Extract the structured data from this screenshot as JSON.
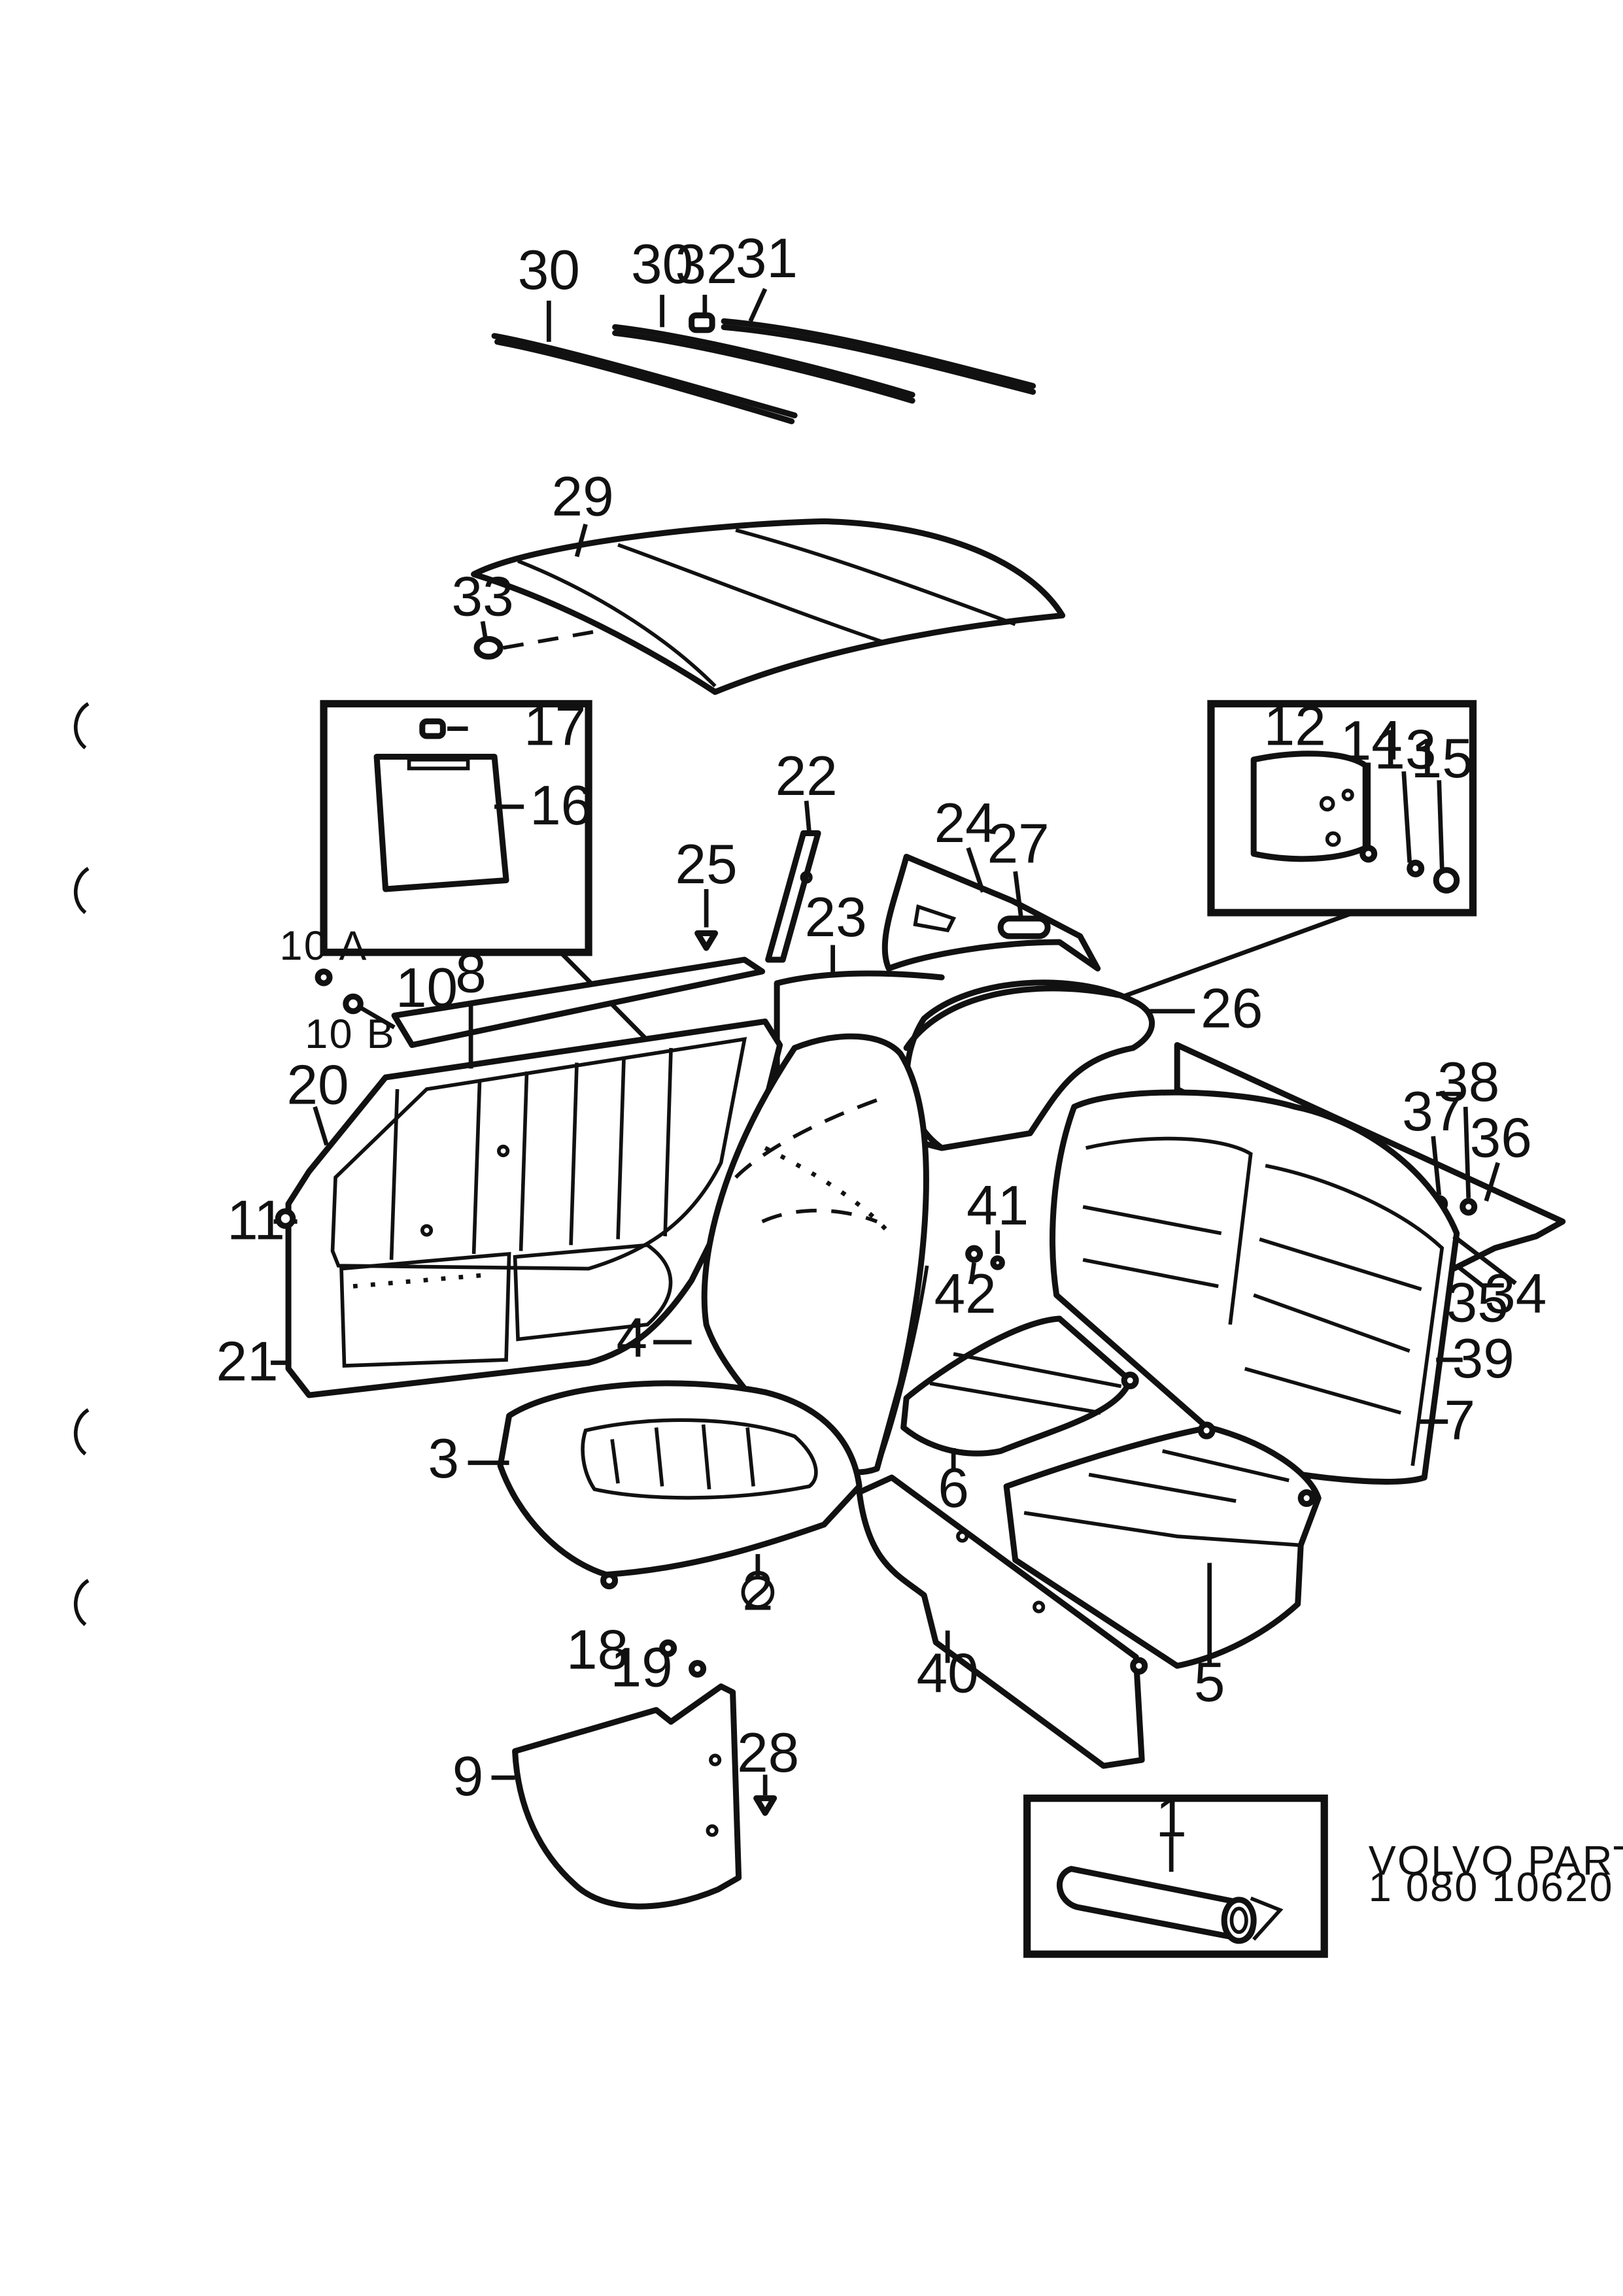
{
  "diagram": {
    "caption": {
      "line1": "VOLVO PARTS",
      "line2": "1 080   10620"
    },
    "labels": {
      "l30a": "30",
      "l30b": "30",
      "l32": "32",
      "l31": "31",
      "l29": "29",
      "l33": "33",
      "l17": "17",
      "l16": "16",
      "l22": "22",
      "l25": "25",
      "l23": "23",
      "l24": "24",
      "l27": "27",
      "l12": "12",
      "l14": "14",
      "l13": "13",
      "l15": "15",
      "l10a": "10 A",
      "l10": "10",
      "l8": "8",
      "l10b": "10 B",
      "l20": "20",
      "l11": "11",
      "l21": "21",
      "l26": "26",
      "l38": "38",
      "l37": "37",
      "l36": "36",
      "l41": "41",
      "l42": "42",
      "l4": "4",
      "l3": "3",
      "l2": "2",
      "l6": "6",
      "l35": "35",
      "l34": "34",
      "l39": "39",
      "l7": "7",
      "l5": "5",
      "l40": "40",
      "l18": "18",
      "l19": "19",
      "l9": "9",
      "l28": "28",
      "l1": "1"
    }
  }
}
